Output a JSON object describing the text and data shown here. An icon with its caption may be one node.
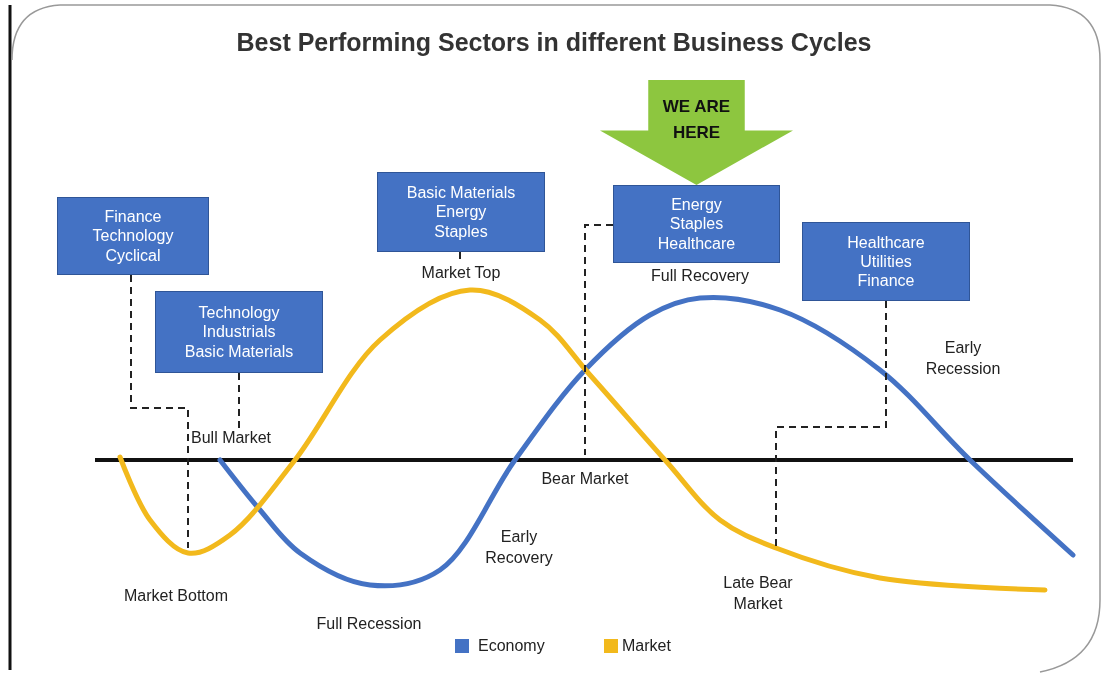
{
  "diagram": {
    "title": "Best Performing Sectors in different Business Cycles",
    "nodes": [
      {
        "text": [
          "Finance",
          "Technology",
          "Cyclical"
        ]
      },
      {
        "text": [
          "Technology",
          "Industrials",
          "Basic Materials"
        ]
      },
      {
        "text": [
          "Basic Materials",
          "Energy",
          "Staples"
        ]
      },
      {
        "text": [
          "Energy",
          "Staples",
          "Healthcare"
        ]
      },
      {
        "text": [
          "Healthcare",
          "Utilities",
          "Finance"
        ]
      },
      {
        "text": [
          "WE ARE HERE"
        ]
      },
      {
        "text": [
          "Market Top"
        ]
      },
      {
        "text": [
          "Bull Market"
        ]
      }
    ],
    "edges": [
      {
        "from": 0,
        "to": null,
        "arrow": "none",
        "style": "dashed"
      },
      {
        "from": 1,
        "to": 7,
        "arrow": "none",
        "style": "dashed"
      },
      {
        "from": 2,
        "to": 6,
        "arrow": "none",
        "style": "dashed"
      },
      {
        "from": 3,
        "to": null,
        "arrow": "none",
        "style": "dashed"
      },
      {
        "from": 4,
        "to": null,
        "arrow": "none",
        "style": "dashed"
      }
    ],
    "labels": [
      "Full Recovery",
      "Early Recession",
      "Bear Market",
      "Early Recovery",
      "Late Bear Market",
      "Market Bottom",
      "Full Recession"
    ],
    "legend": [
      {
        "text": "Economy",
        "color": "#4472c4"
      },
      {
        "text": "Market",
        "color": "#f2b91c"
      }
    ]
  }
}
